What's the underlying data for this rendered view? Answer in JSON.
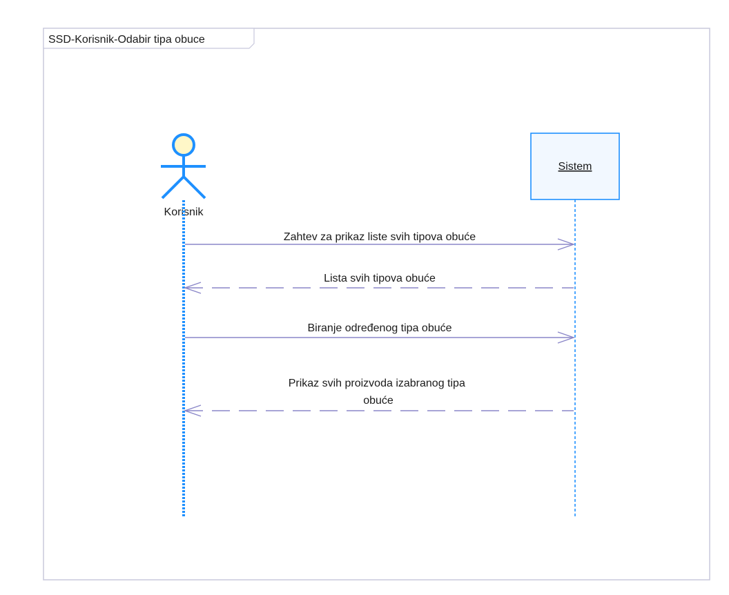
{
  "diagram": {
    "frame_title": "SSD-Korisnik-Odabir tipa obuce",
    "colors": {
      "frame_border": "#c8c8dc",
      "actor": "#1e90ff",
      "actor_head_fill": "#fff7c8",
      "lifeline": "#1e90ff",
      "object_border": "#1e90ff",
      "object_fill": "#f2f8ff",
      "message_line": "#8a86c8",
      "text": "#1a1a1a"
    },
    "actor": {
      "name": "Korisnik",
      "icon": "stick-figure-icon"
    },
    "object": {
      "name": "Sistem"
    },
    "messages": [
      {
        "label_lines": [
          "Zahtev za prikaz liste svih tipova obuće"
        ],
        "kind": "sync",
        "direction": "to-object"
      },
      {
        "label_lines": [
          "Lista svih tipova obuće"
        ],
        "kind": "reply",
        "direction": "to-actor"
      },
      {
        "label_lines": [
          "Biranje određenog tipa obuće"
        ],
        "kind": "sync",
        "direction": "to-object"
      },
      {
        "label_lines": [
          "Prikaz svih proizvoda izabranog tipa",
          "obuće"
        ],
        "kind": "reply",
        "direction": "to-actor"
      }
    ]
  }
}
